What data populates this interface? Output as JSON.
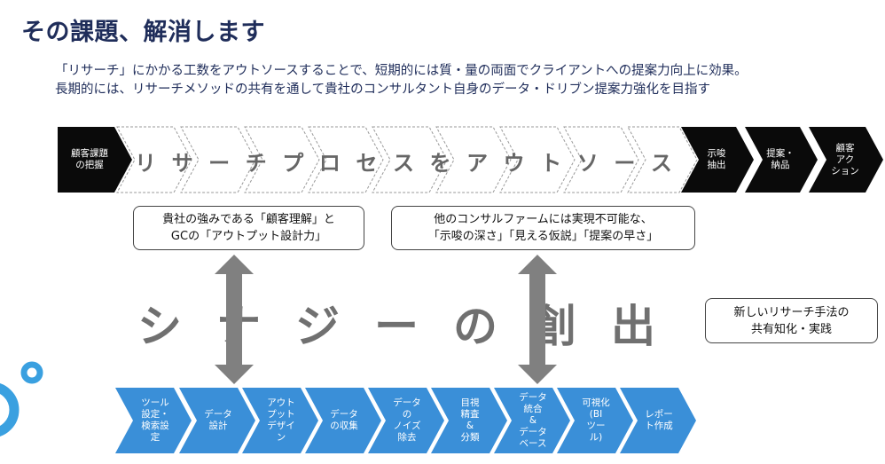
{
  "title": "その課題、解消します",
  "lead": {
    "line1": "「リサーチ」にかかる工数をアウトソースすることで、短期的には質・量の両面でクライアントへの提案力向上に効果。",
    "line2": "長期的には、リサーチメソッドの共有を通して貴社のコンサルタント自身のデータ・ドリブン提案力強化を目指す"
  },
  "top_flow": {
    "start": "顧客課題\nの把握",
    "process_chars": [
      "リ",
      "サ",
      "ー",
      "チ",
      "プ",
      "ロ",
      "セ",
      "ス",
      "を",
      "ア",
      "ウ",
      "ト",
      "ソ",
      "ー",
      "ス"
    ],
    "end": [
      "示唆\n抽出",
      "提案・\n納品",
      "顧客\nアク\nション"
    ]
  },
  "callouts": {
    "left": "貴社の強みである「顧客理解」と\nGCの「アウトプット設計力」",
    "right": "他のコンサルファームには実現不可能な、\n「示唆の深さ」「見える仮説」「提案の早さ」",
    "side": "新しいリサーチ手法の\n共有知化・実践"
  },
  "synergy_chars": [
    "シ",
    "ナ",
    "ジ",
    "ー",
    "の",
    "創",
    "出"
  ],
  "bottom_flow": [
    "ツール\n設定・\n検索設\n定",
    "データ\n設計",
    "アウト\nプット\nデザイ\nン",
    "データ\nの収集",
    "データ\nの\nノイズ\n除去",
    "目視\n精査\n&\n分類",
    "データ\n統合\n&\nデータ\nベース",
    "可視化\n(BI\nツー\nル)",
    "レポー\nト作成"
  ],
  "colors": {
    "title": "#1f2d5a",
    "black_chevron": "#0a0a0a",
    "blue_chevron": "#3a8fd8",
    "grey_text": "#707070",
    "arrow": "#808080",
    "logo": "#3aa0e0"
  }
}
